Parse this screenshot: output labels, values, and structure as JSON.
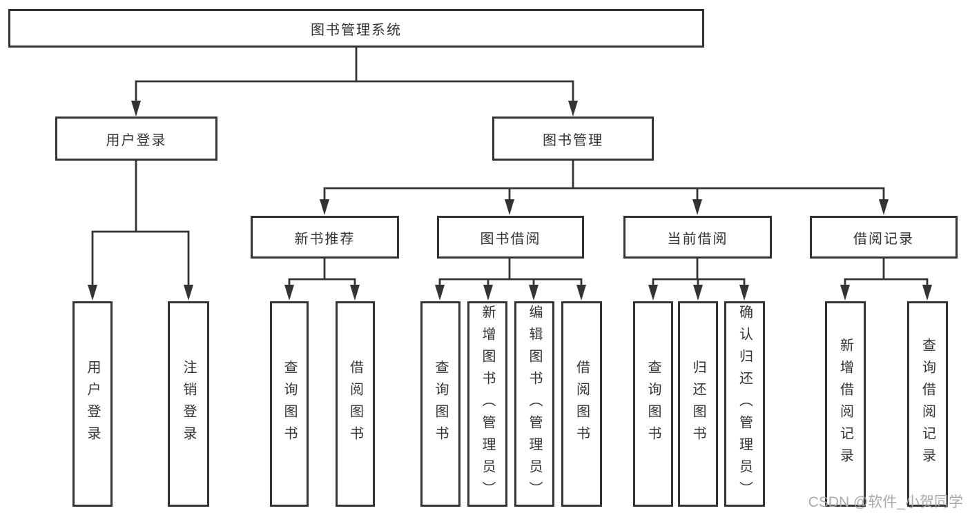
{
  "diagram": {
    "type": "hierarchy",
    "colors": {
      "background": "#ffffff",
      "line": "#333333",
      "box_border": "#333333",
      "text": "#333333",
      "watermark": "#a5a5a5"
    },
    "root": {
      "label": "图书管理系统"
    },
    "level2": [
      {
        "label": "用户登录"
      },
      {
        "label": "图书管理"
      }
    ],
    "level3": [
      {
        "label": "新书推荐",
        "parent": "图书管理"
      },
      {
        "label": "图书借阅",
        "parent": "图书管理"
      },
      {
        "label": "当前借阅",
        "parent": "图书管理"
      },
      {
        "label": "借阅记录",
        "parent": "图书管理"
      }
    ],
    "leaves": [
      {
        "label": "用户登录",
        "parent": "用户登录"
      },
      {
        "label": "注销登录",
        "parent": "用户登录"
      },
      {
        "label": "查询图书",
        "parent": "新书推荐"
      },
      {
        "label": "借阅图书",
        "parent": "新书推荐"
      },
      {
        "label": "查询图书",
        "parent": "图书借阅"
      },
      {
        "label": "新增图书（管理员）",
        "parent": "图书借阅"
      },
      {
        "label": "编辑图书（管理员）",
        "parent": "图书借阅"
      },
      {
        "label": "借阅图书",
        "parent": "图书借阅"
      },
      {
        "label": "查询图书",
        "parent": "当前借阅"
      },
      {
        "label": "归还图书",
        "parent": "当前借阅"
      },
      {
        "label": "确认归还（管理员）",
        "parent": "当前借阅"
      },
      {
        "label": "新增借阅记录",
        "parent": "借阅记录"
      },
      {
        "label": "查询借阅记录",
        "parent": "借阅记录"
      }
    ],
    "watermark": {
      "text": "CSDN @软件_小贺同学"
    }
  }
}
